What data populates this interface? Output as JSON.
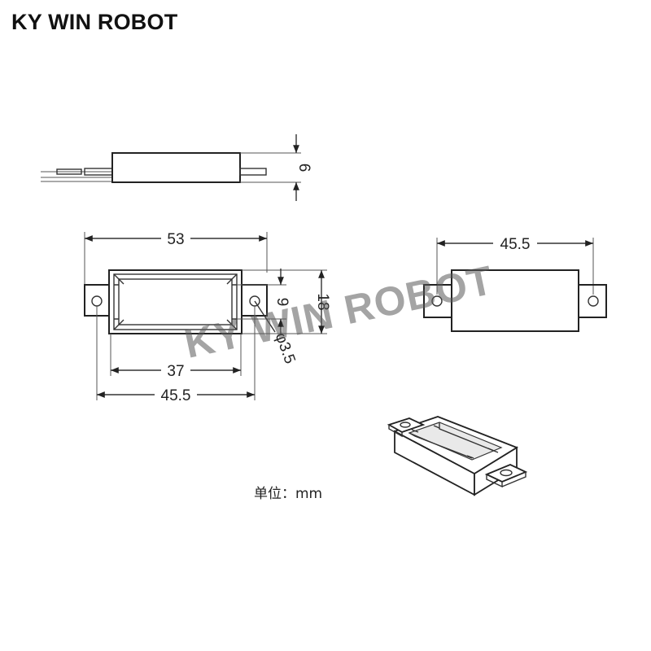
{
  "header": {
    "brand_title": "KY WIN ROBOT"
  },
  "watermark": {
    "text": "KY WIN ROBOT"
  },
  "dimensions": {
    "side_height": "6",
    "top_overall_length": "53",
    "top_inner_length": "37",
    "top_hole_spacing": "45.5",
    "top_width": "18",
    "top_inner_width": "9",
    "hole_diameter": "φ3.5",
    "side2_hole_spacing": "45.5"
  },
  "units": {
    "label": "单位：mm"
  },
  "colors": {
    "line": "#222222",
    "text": "#111111",
    "watermark": "#5a5a5a"
  }
}
